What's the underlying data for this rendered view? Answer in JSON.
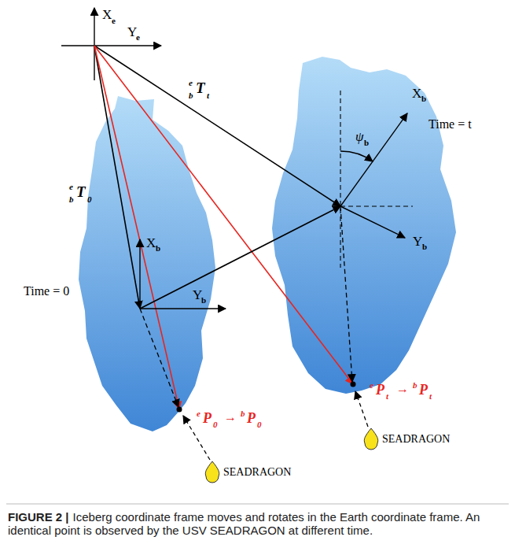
{
  "diagram": {
    "caption": "Iceberg coordinate frame moves and rotates in the Earth coordinate frame. An identical point is observed by the USV SEADRAGON at different time.",
    "labels": [
      "X",
      "e",
      "Y",
      "e",
      "e",
      "b",
      "T",
      "0",
      "e",
      "b",
      "T",
      "t",
      "Time = 0",
      "X",
      "b",
      "Y",
      "b",
      "ψ",
      "b",
      "Time = t",
      "X",
      "b",
      "Y",
      "b",
      "e",
      "P",
      "0",
      "→",
      "b",
      "P",
      "0",
      "SEADRAGON",
      "e",
      "P",
      "t",
      "→",
      "b",
      "P",
      "t",
      "SEADRAGON",
      "FIGURE 2 |"
    ]
  }
}
